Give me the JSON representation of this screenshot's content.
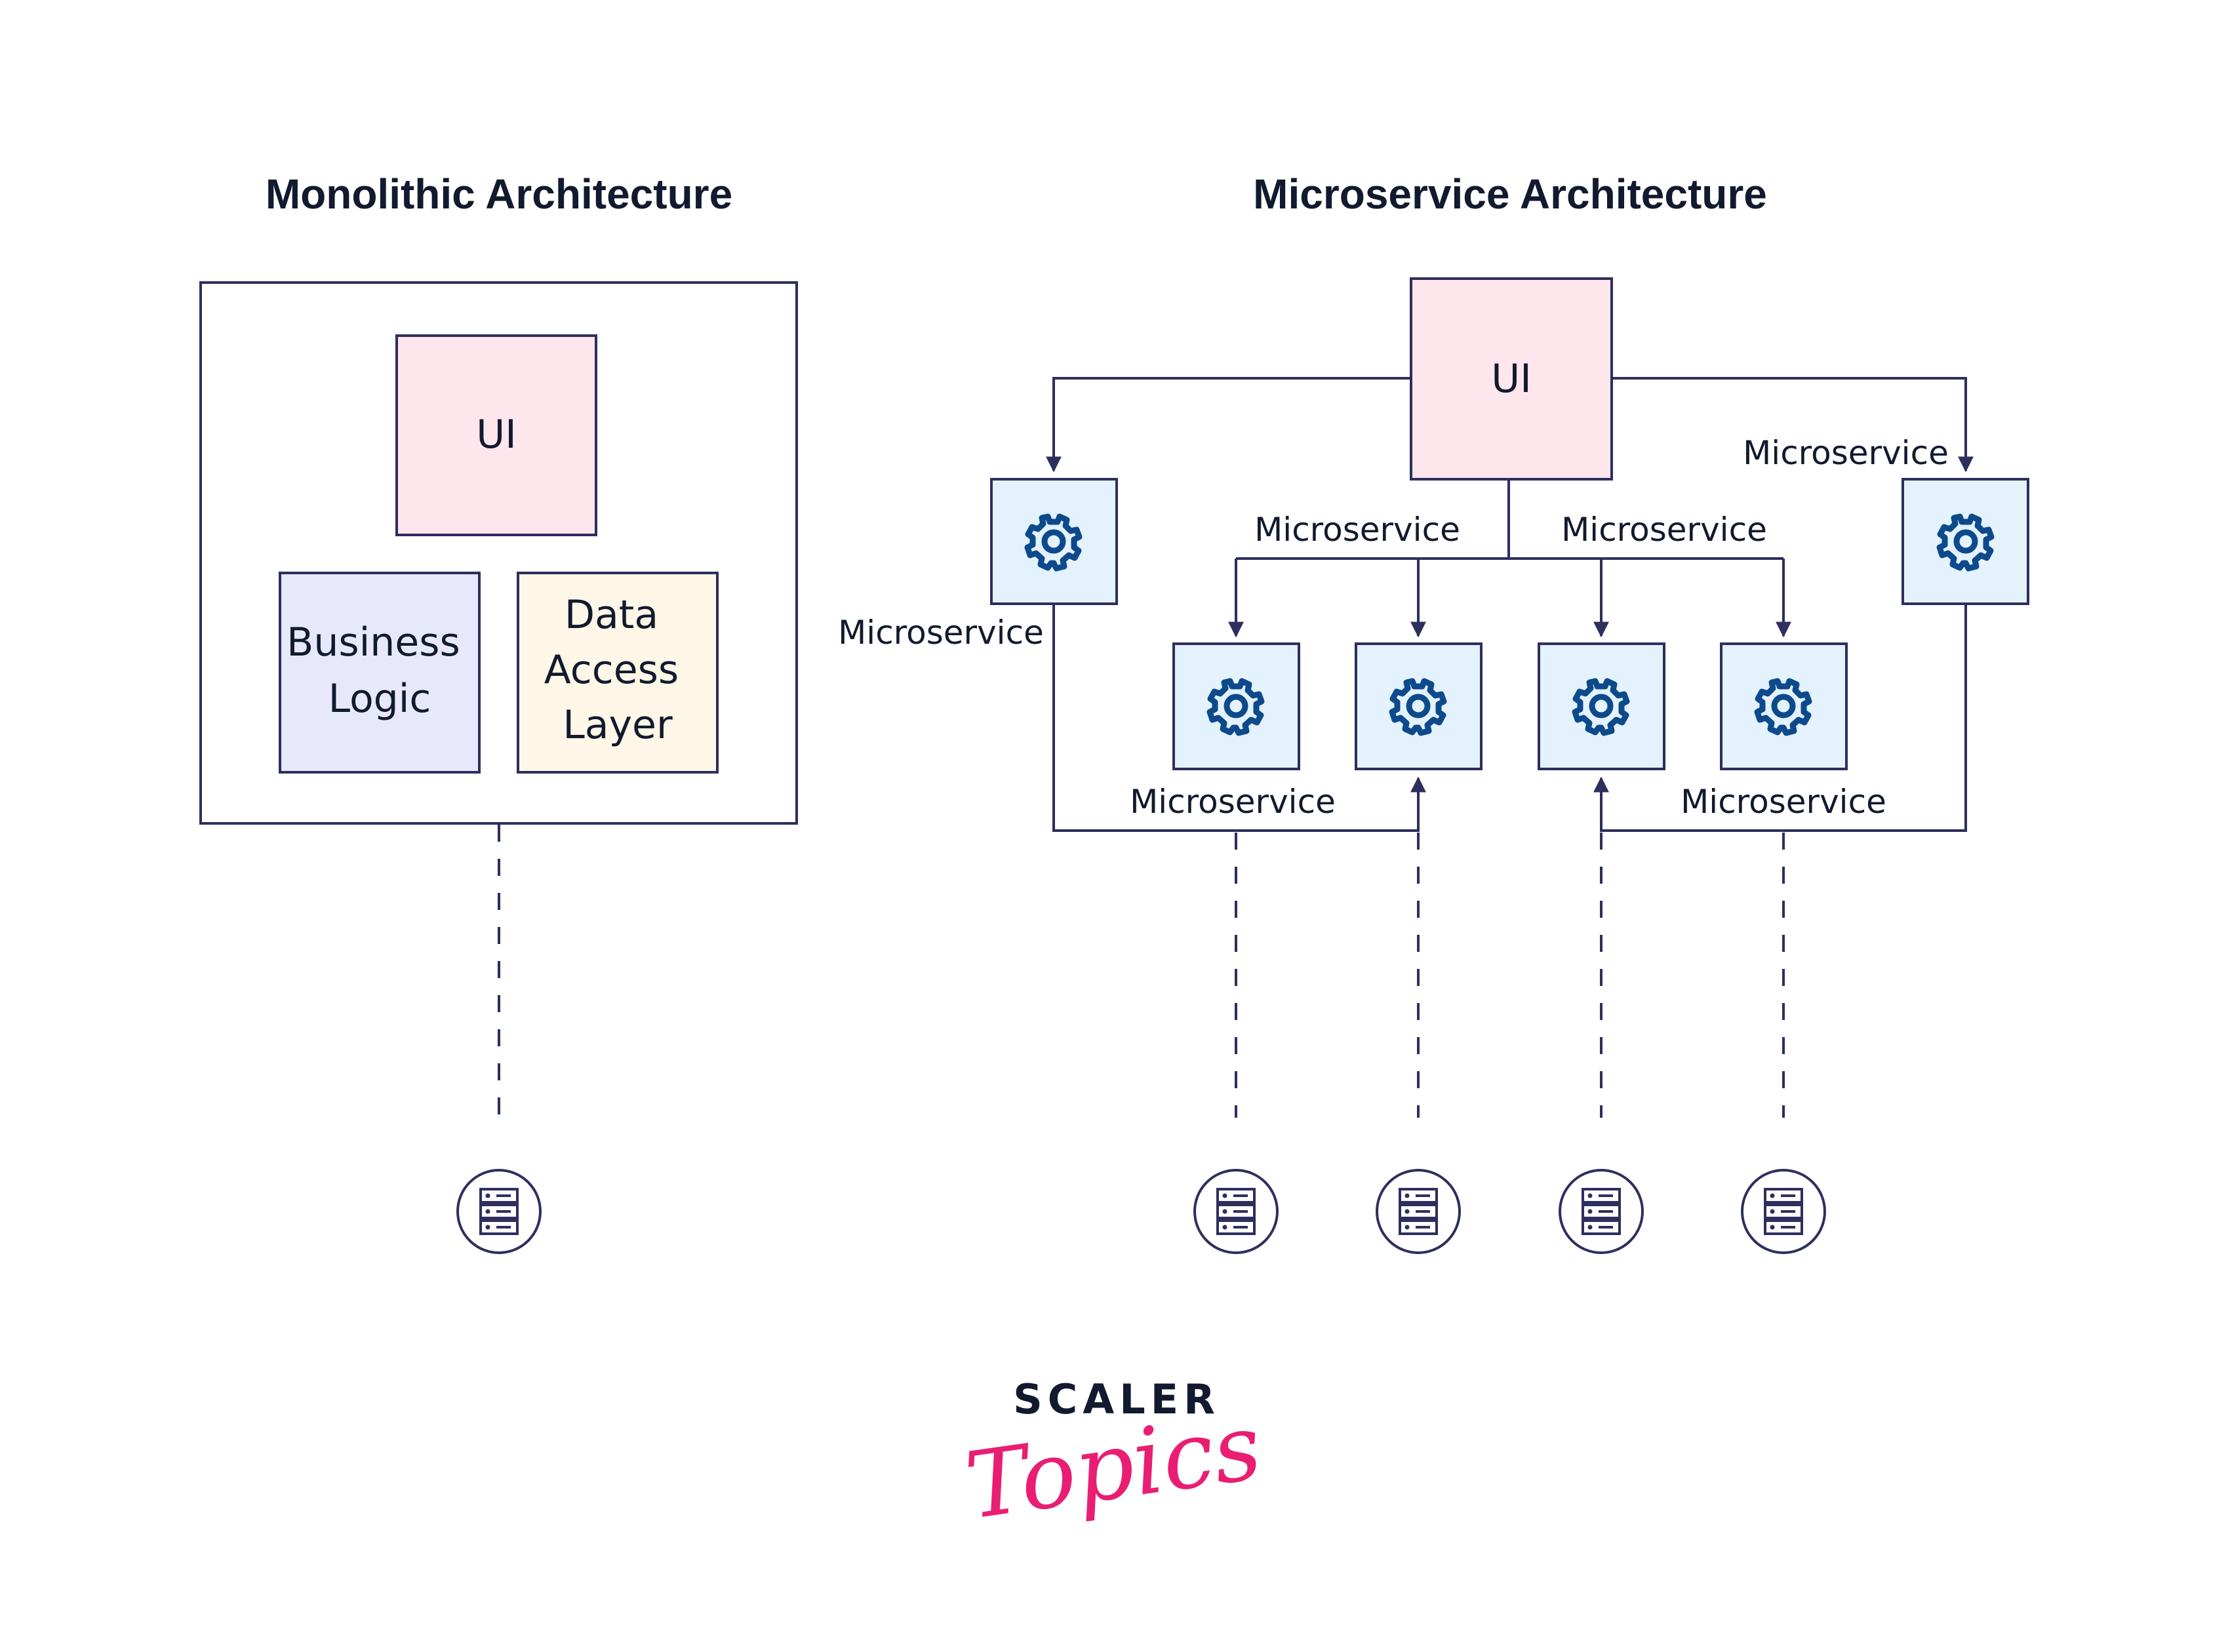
{
  "monolithic": {
    "title": "Monolithic Architecture",
    "ui_label": "UI",
    "business_logic_lines": [
      "Business",
      "Logic"
    ],
    "data_access_lines": [
      "Data",
      "Access",
      "Layer"
    ],
    "database_icon": "server-stack-icon"
  },
  "microservice": {
    "title": "Microservice Architecture",
    "ui_label": "UI",
    "service_label": "Microservice",
    "service_icon": "gear-icon",
    "database_icon": "server-stack-icon",
    "labels": {
      "left": "Microservice",
      "right": "Microservice",
      "branch_left": "Microservice",
      "branch_right": "Microservice",
      "bottom_left": "Microservice",
      "bottom_right": "Microservice"
    },
    "service_count": 6,
    "database_count": 4
  },
  "colors": {
    "ui_fill": "#fde6ec",
    "business_logic_fill": "#e8e8fc",
    "data_access_fill": "#fef6e7",
    "service_fill": "#e3f2fd",
    "outline": "#2d2f5e",
    "gear": "#0d4a8c",
    "text": "#111a2e",
    "brand_pink": "#e91e73"
  },
  "logo": {
    "top": "SCALER",
    "bottom": "Topics"
  }
}
